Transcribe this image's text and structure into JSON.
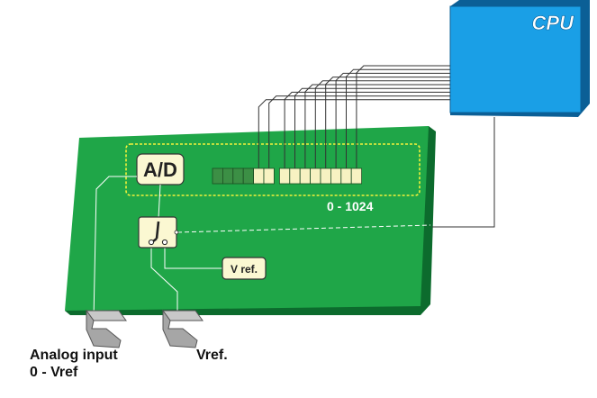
{
  "cpu": {
    "label": "CPU",
    "face_color": "#1a9fe6",
    "side_color": "#0b5f96"
  },
  "board": {
    "color": "#1fa648",
    "edge_color": "#0c6b2d",
    "highlight_color": "#f2f23a"
  },
  "adc": {
    "label": "A/D",
    "range_label": "0 - 1024",
    "bits_total": 14,
    "bits_active": 10
  },
  "vref_box": {
    "label": "V ref."
  },
  "captions": {
    "analog_input_line1": "Analog input",
    "analog_input_line2": "0 - Vref",
    "vref": "Vref."
  },
  "colors": {
    "wire": "#333333",
    "inner_wire": "#ffffff",
    "box_fill": "#fbf8d2",
    "bit_on": "#f7f2c2",
    "bit_off": "#3c8f45"
  }
}
